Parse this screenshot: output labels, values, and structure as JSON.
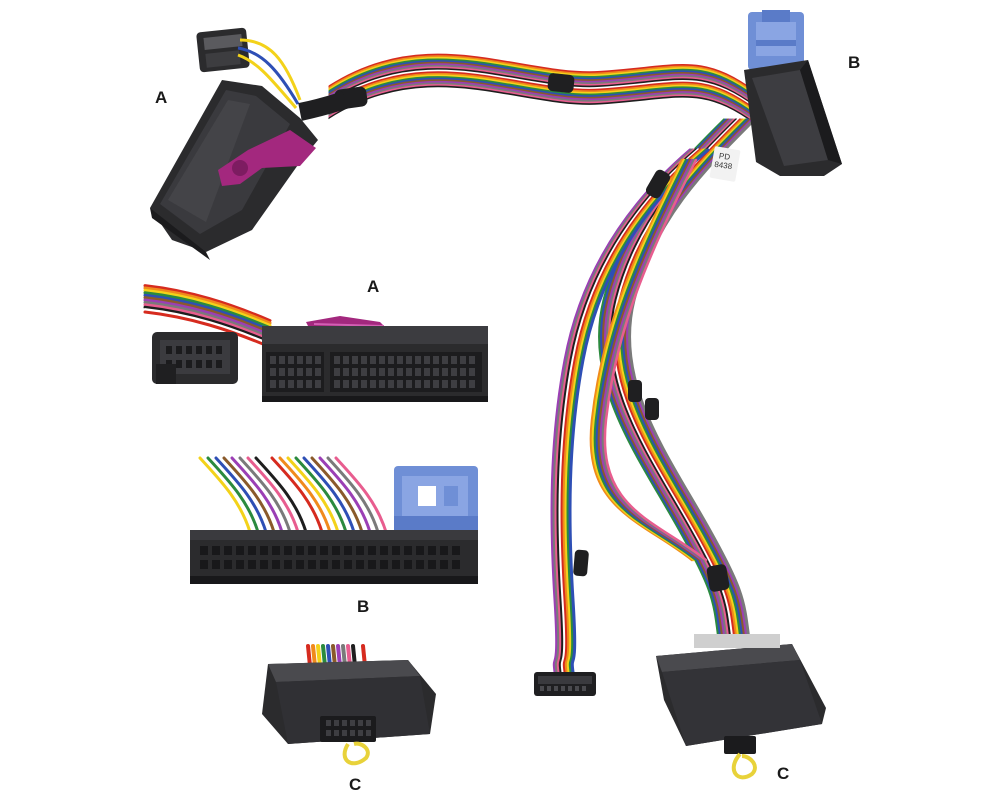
{
  "labels": {
    "a_top": "A",
    "b_top": "B",
    "a_mid": "A",
    "b_mid": "B",
    "c_bottom_left": "C",
    "c_bottom_right": "C"
  },
  "harness_tag": {
    "line1": "PD",
    "line2": "8438"
  },
  "colors": {
    "connector_body": "#2b2b2d",
    "connector_highlight": "#4a4a4e",
    "purple_latch": "#a3287e",
    "blue_plug": "#6f8fd6",
    "yellow_loop": "#e8d23a",
    "background": "#ffffff"
  },
  "wire_colors": [
    "#d62b1f",
    "#f08a1c",
    "#f3d21a",
    "#2b8a3e",
    "#2e4fb5",
    "#8a5a2b",
    "#9b3fb5",
    "#7a7a7a",
    "#e85d8f",
    "#1e1e1e",
    "#ffffff"
  ]
}
